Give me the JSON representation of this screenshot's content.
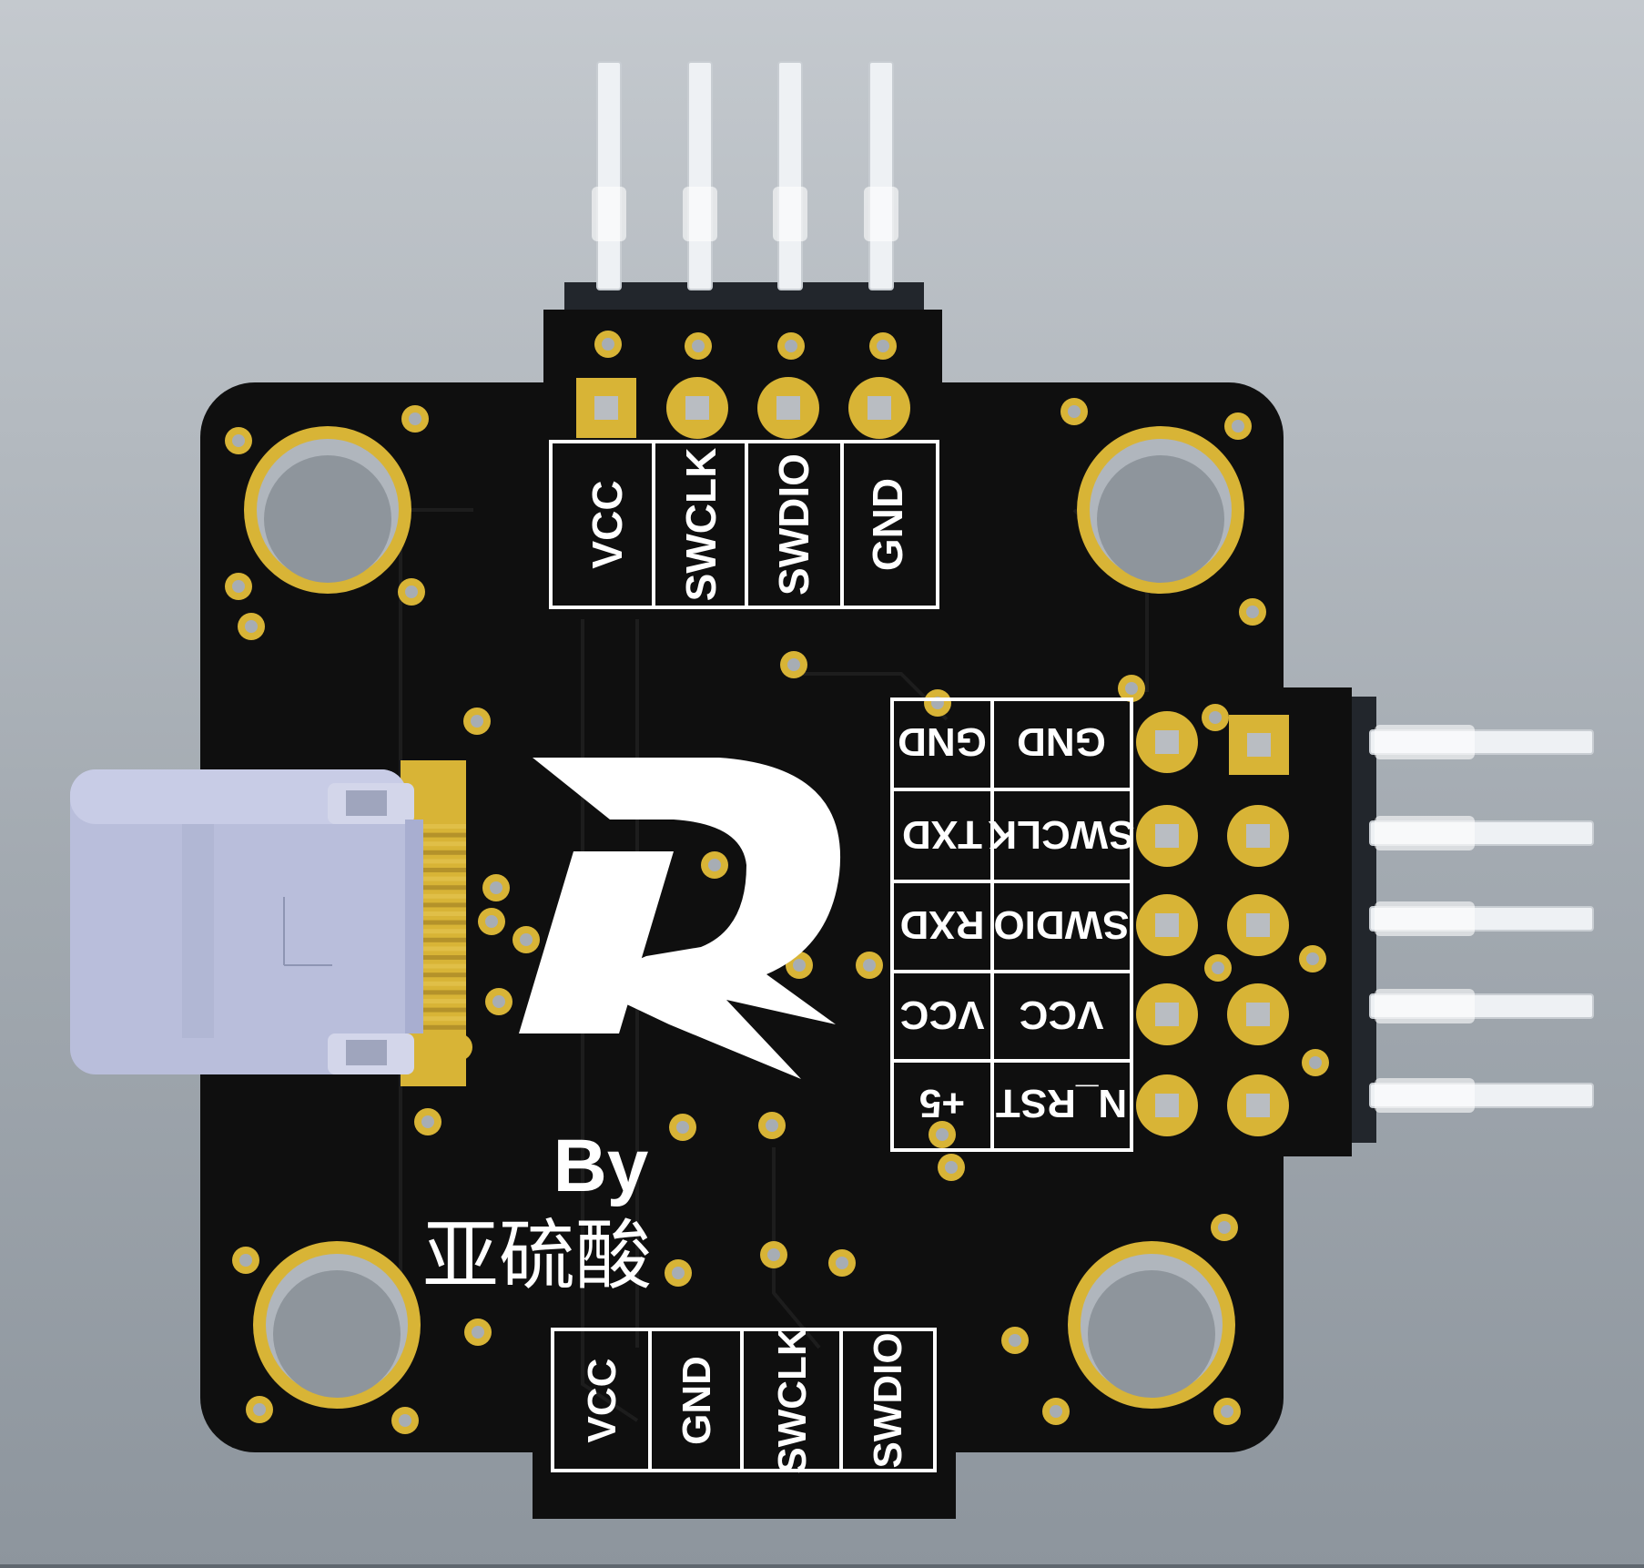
{
  "board": {
    "colors": {
      "background_top": "#c4c9ce",
      "board": "#0f0f0f",
      "copper_gold": "#d8b436",
      "silkscreen": "#ffffff",
      "usb_shell": "#b9bedb",
      "header_body": "#22262c",
      "pin_metal": "#eef1f4"
    },
    "top_header": {
      "labels": [
        "VCC",
        "SWCLK",
        "SWDIO",
        "GND"
      ]
    },
    "bottom_header": {
      "labels": [
        "VCC",
        "GND",
        "SWCLK",
        "SWDIO"
      ]
    },
    "right_header": {
      "rows": [
        {
          "left": "GND",
          "right": "GND"
        },
        {
          "left": "TXD",
          "right": "SWCLK"
        },
        {
          "left": "RXD",
          "right": "SWDIO"
        },
        {
          "left": "VCC",
          "right": "VCC"
        },
        {
          "left": "+5",
          "right": "N_RST"
        }
      ]
    },
    "credit": {
      "by": "By",
      "author": "亚硫酸"
    },
    "icons": {
      "logo": "lightning-r-logo-icon",
      "usb": "usb-c-connector-icon"
    }
  }
}
